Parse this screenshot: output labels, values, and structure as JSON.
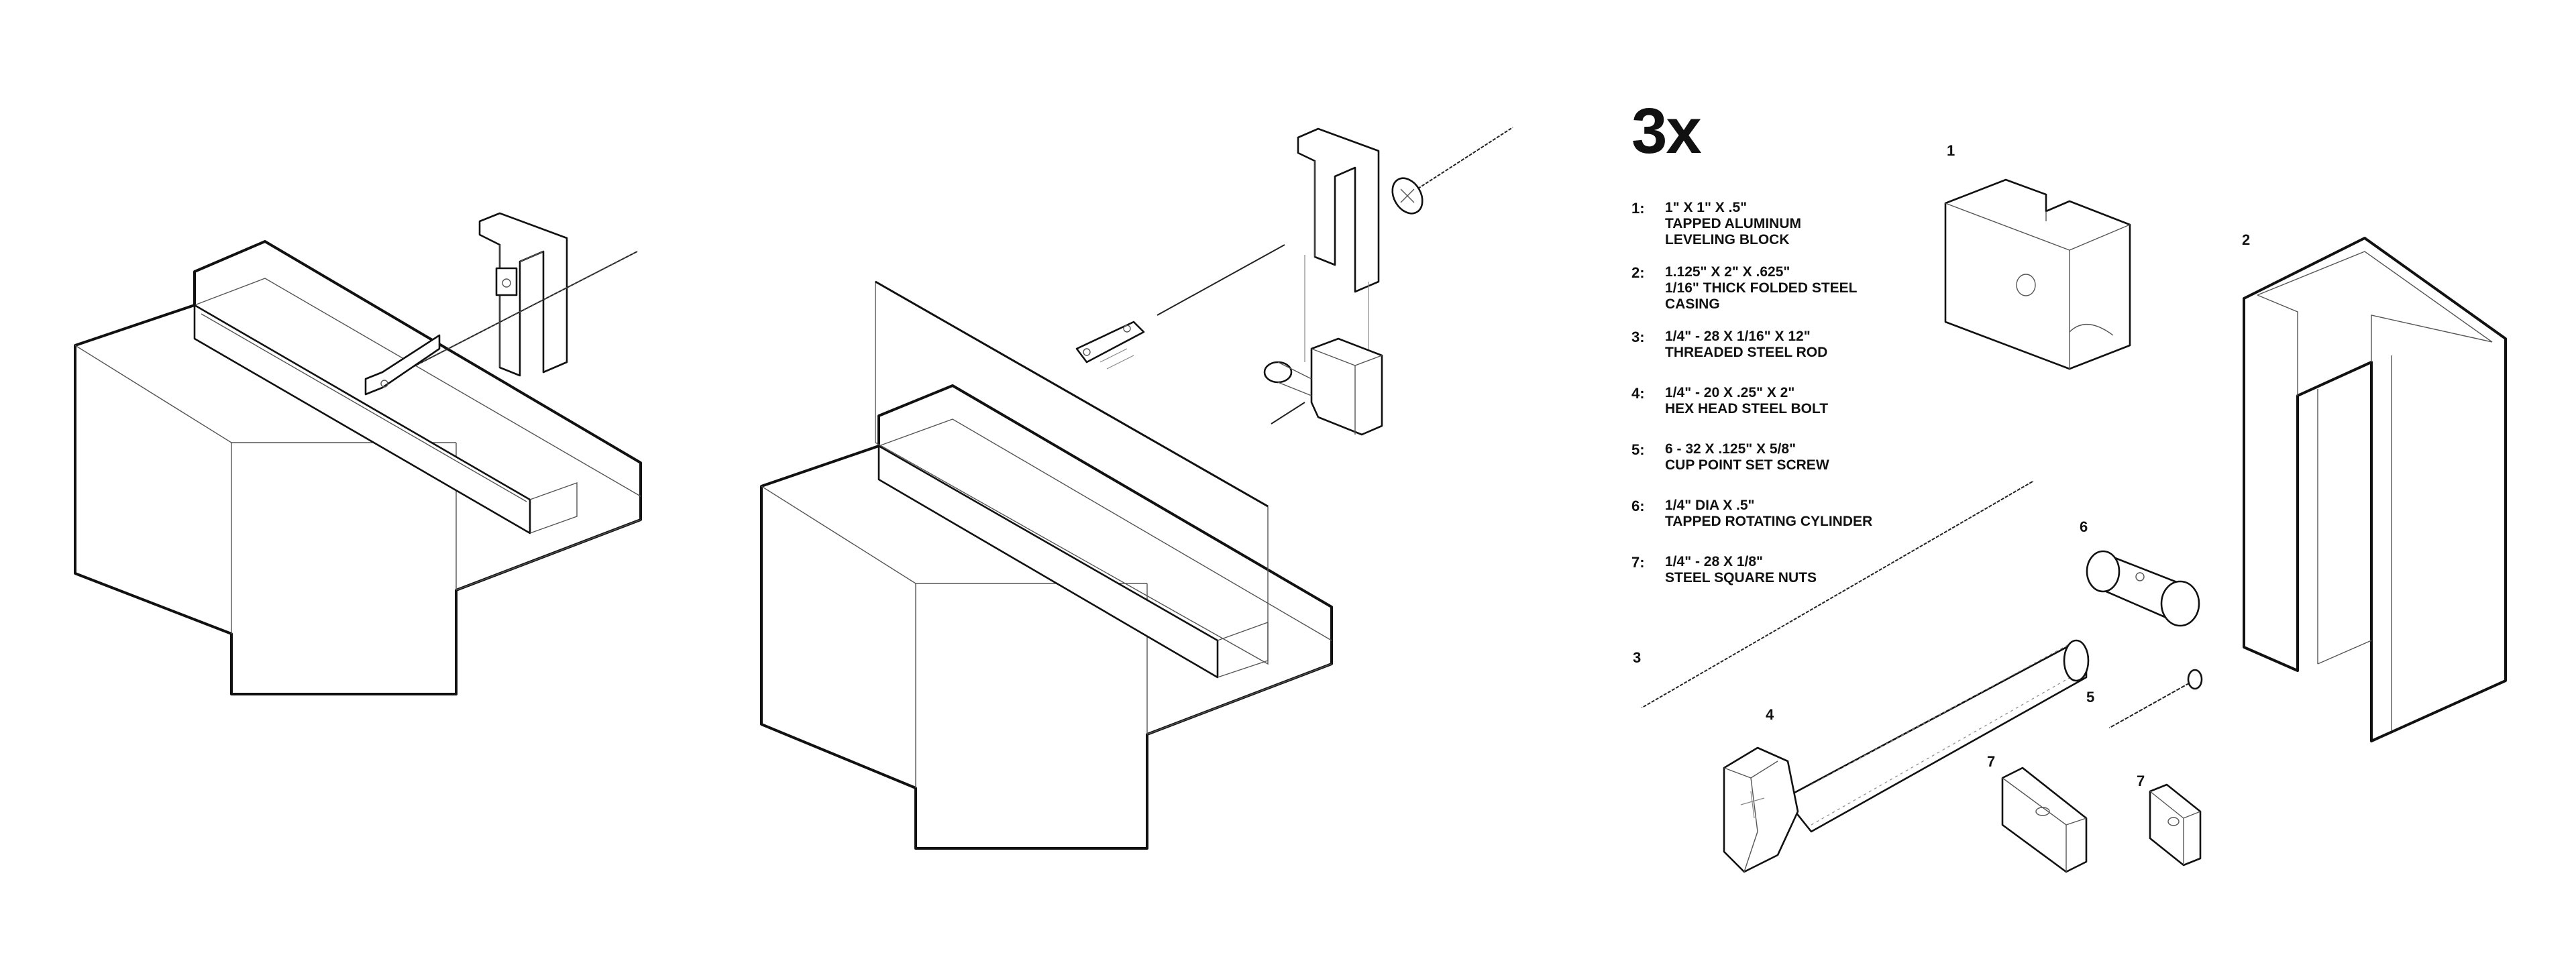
{
  "title": "3x",
  "legend": [
    {
      "num": "1:",
      "lines": [
        "1\" x 1\" x .5\"",
        "Tapped Aluminum",
        "Leveling Block"
      ]
    },
    {
      "num": "2:",
      "lines": [
        "1.125\" x 2\" x .625\"",
        "1/16\" Thick Folded Steel",
        "Casing"
      ]
    },
    {
      "num": "3:",
      "lines": [
        "1/4\" - 28 x 1/16\" x 12\"",
        "Threaded Steel Rod"
      ]
    },
    {
      "num": "4:",
      "lines": [
        "1/4\" - 20 x .25\" x 2\"",
        "Hex Head Steel Bolt"
      ]
    },
    {
      "num": "5:",
      "lines": [
        "6 - 32 x .125\" x 5/8\"",
        "Cup Point Set Screw"
      ]
    },
    {
      "num": "6:",
      "lines": [
        "1/4\" DIA x .5\"",
        "Tapped Rotating Cylinder"
      ]
    },
    {
      "num": "7:",
      "lines": [
        "1/4\" - 28 x 1/8\"",
        "Steel Square Nuts"
      ]
    }
  ],
  "part_labels": {
    "block": "1",
    "casing": "2",
    "rod": "3",
    "bolt": "4",
    "set_screw": "5",
    "cylinder": "6",
    "nut_a": "7",
    "nut_b": "7"
  },
  "colors": {
    "ink": "#111111",
    "background": "#ffffff",
    "guide": "#888888"
  }
}
